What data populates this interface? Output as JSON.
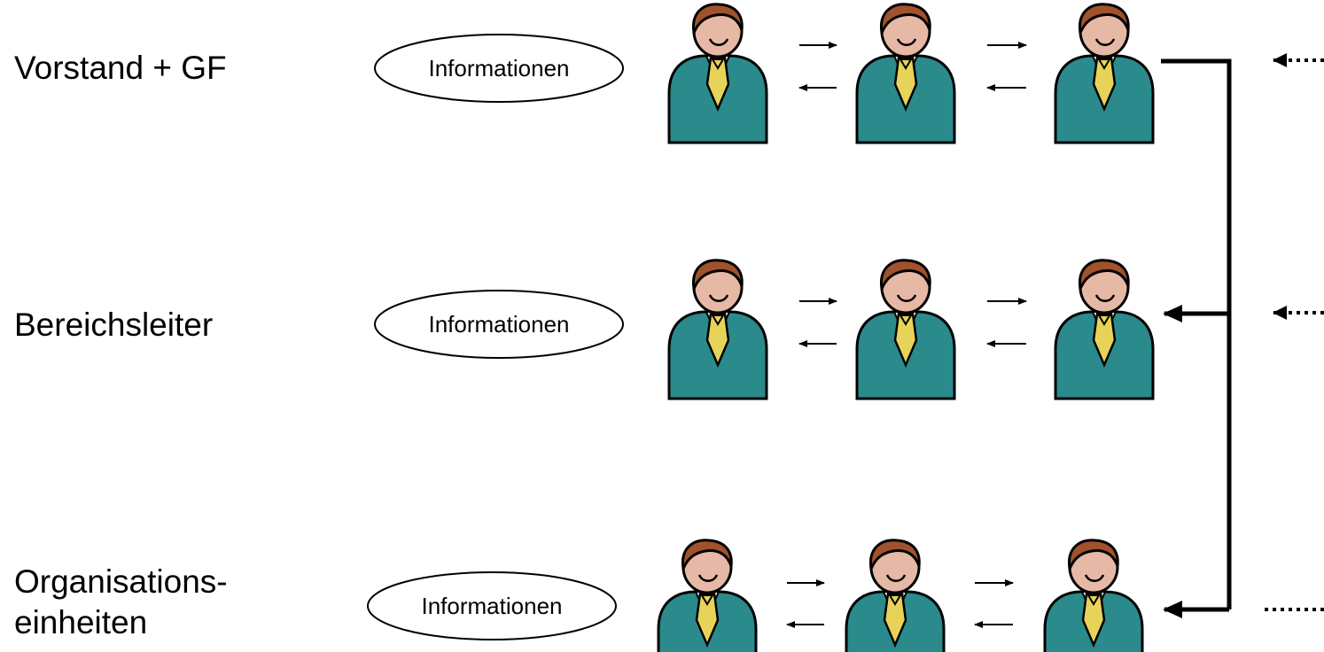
{
  "rows": [
    {
      "label": "Vorstand + GF",
      "info": "Informationen",
      "people": 3
    },
    {
      "label": "Bereichsleiter",
      "info": "Informationen",
      "people": 3
    },
    {
      "label_line1": "Organisations-",
      "label_line2": "einheiten",
      "info": "Informationen",
      "people": 3
    }
  ],
  "colors": {
    "body": "#2a8a8c",
    "skin": "#e6b8a6",
    "hair": "#a0522d",
    "tie": "#e8d35a",
    "line": "#000000"
  },
  "icons": {
    "person": "person-icon",
    "exchange": "bidirectional-arrows-icon",
    "connector": "hierarchy-connector",
    "incoming": "dotted-arrow-icon"
  }
}
